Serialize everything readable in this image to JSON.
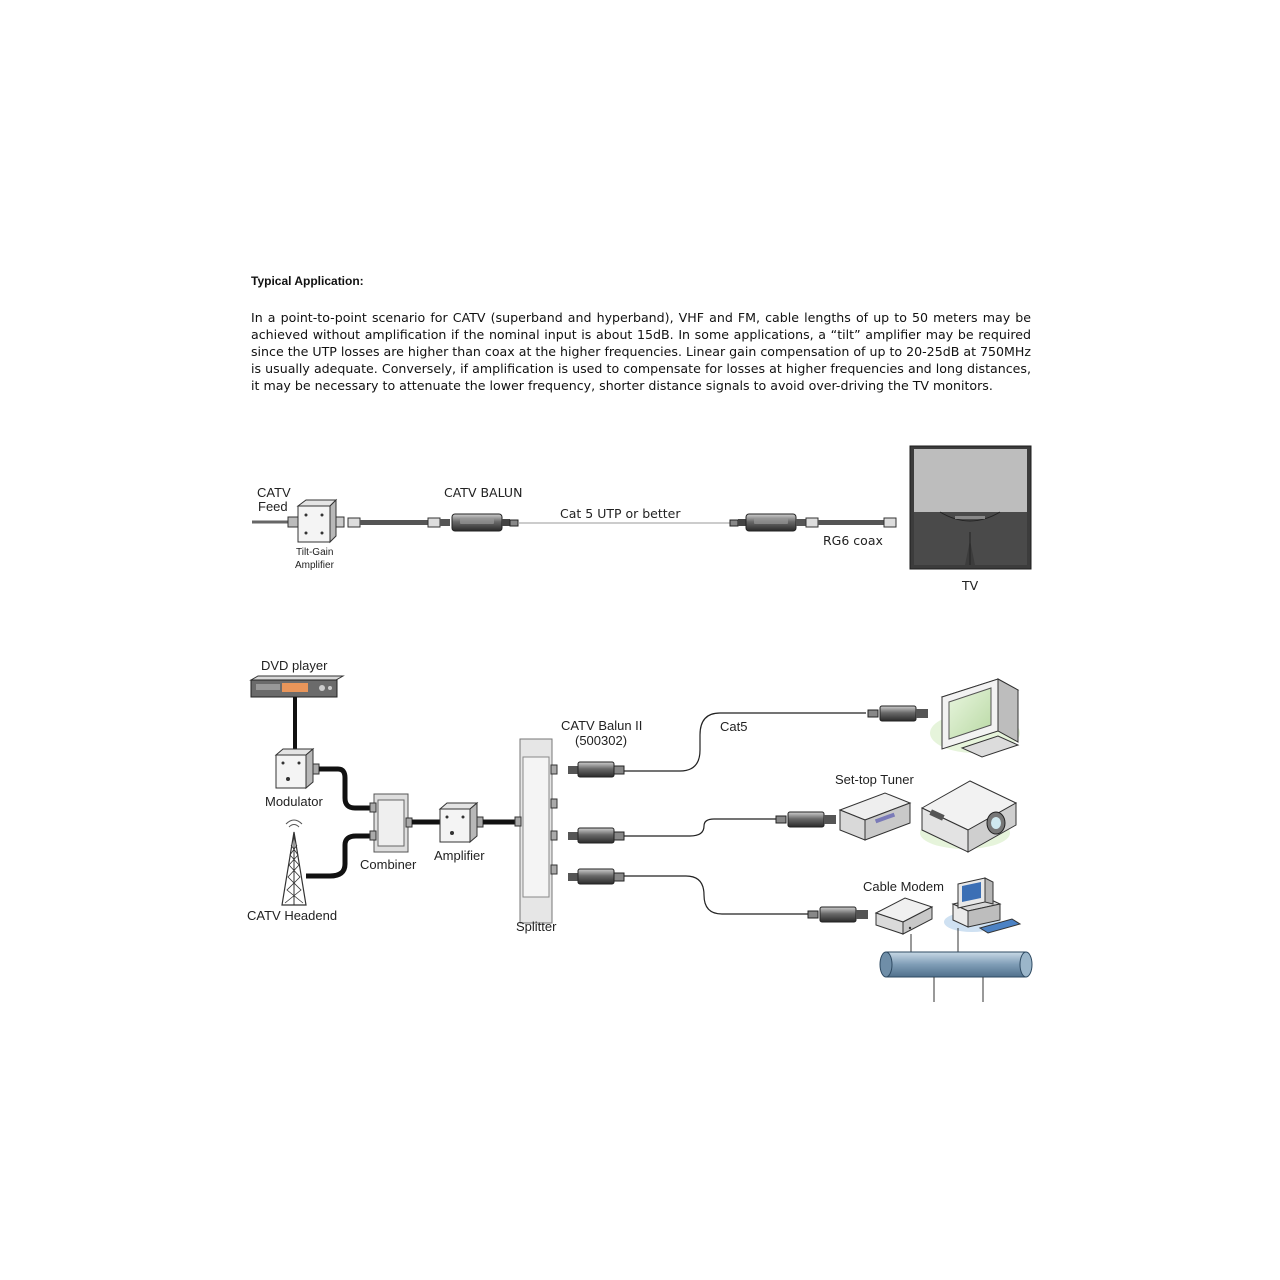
{
  "heading": "Typical Application:",
  "paragraph": "In a point-to-point scenario for CATV (superband and hyperband), VHF and FM, cable lengths of up to 50 meters may be achieved without amplification if the nominal input is about 15dB.  In some applications, a “tilt” amplifier may be required since the UTP losses are higher than coax at the higher frequencies.  Linear gain compensation of up to 20-25dB at 750MHz is usually adequate. Conversely, if amplification is used to compensate for losses at higher frequencies and long distances, it may be necessary to attenuate the lower frequency, shorter distance signals to avoid over-driving the TV monitors.",
  "diagram1": {
    "catv_feed_line1": "CATV",
    "catv_feed_line2": "Feed",
    "tilt_gain_line1": "Tilt-Gain",
    "tilt_gain_line2": "Amplifier",
    "catv_balun": "CATV BALUN",
    "cat5_utp": "Cat 5 UTP or better",
    "rg6_coax": "RG6 coax",
    "tv": "TV"
  },
  "diagram2": {
    "dvd_player": "DVD player",
    "modulator": "Modulator",
    "catv_headend": "CATV Headend",
    "combiner": "Combiner",
    "amplifier": "Amplifier",
    "splitter": "Splitter",
    "balun_line1": "CATV Balun II",
    "balun_line2": "(500302)",
    "cat5": "Cat5",
    "set_top_tuner": "Set-top Tuner",
    "cable_modem": "Cable Modem"
  }
}
